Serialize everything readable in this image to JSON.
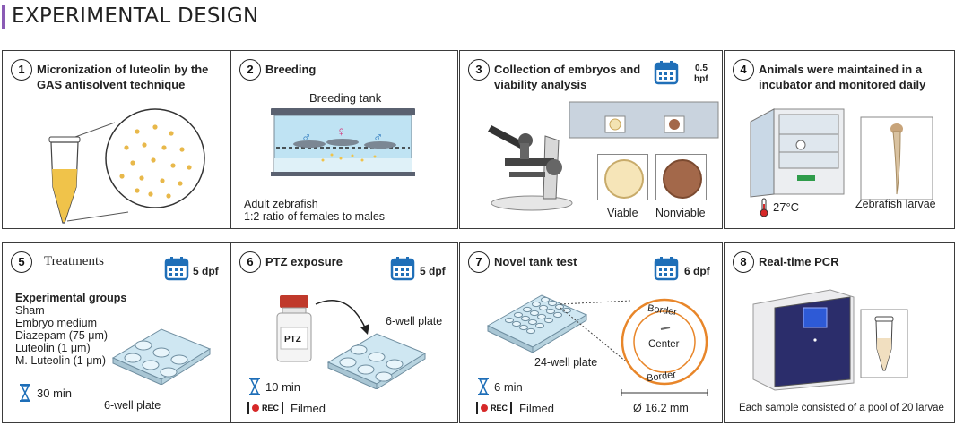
{
  "header": {
    "title": "EXPERIMENTAL DESIGN"
  },
  "panels": [
    {
      "num": "1",
      "title": "Micronization of luteolin by the GAS antisolvent technique"
    },
    {
      "num": "2",
      "title": "Breeding",
      "tank_label": "Breeding tank",
      "caption_line1": "Adult zebrafish",
      "caption_line2": "1:2 ratio of females to males",
      "female_symbol": "♀",
      "male_symbol": "♂"
    },
    {
      "num": "3",
      "title": "Collection of embryos and viability analysis",
      "time_value": "0.5",
      "time_unit": "hpf",
      "viable_label": "Viable",
      "nonviable_label": "Nonviable"
    },
    {
      "num": "4",
      "title": "Animals were maintained in a incubator and monitored daily",
      "temperature": "27°C",
      "larvae_label": "Zebrafish larvae"
    },
    {
      "num": "5",
      "title": "Treatments",
      "days": "5 dpf",
      "groups_title": "Experimental groups",
      "groups": [
        "Sham",
        "Embryo medium",
        "Diazepam (75 μm)",
        "Luteolin (1 μm)",
        "M. Luteolin (1 μm)"
      ],
      "duration": "30 min",
      "plate_label": "6-well plate"
    },
    {
      "num": "6",
      "title": "PTZ exposure",
      "days": "5 dpf",
      "bottle_label": "PTZ",
      "plate_label": "6-well plate",
      "duration": "10 min",
      "rec_label": "REC",
      "filmed_label": "Filmed"
    },
    {
      "num": "7",
      "title": "Novel tank test",
      "days": "6 dpf",
      "plate_label": "24-well plate",
      "border_top": "Border",
      "center_label": "Center",
      "border_bottom": "Border",
      "diameter": "Ø 16.2 mm",
      "duration": "6 min",
      "rec_label": "REC",
      "filmed_label": "Filmed"
    },
    {
      "num": "8",
      "title": "Real-time PCR",
      "caption": "Each sample consisted of a pool of 20 larvae"
    }
  ],
  "colors": {
    "accent_bar": "#8a5bb5",
    "calendar_blue": "#1f6fb8",
    "yellow_solution": "#f0c34a",
    "orange_ring": "#e8862a",
    "rec_red": "#d62828"
  }
}
